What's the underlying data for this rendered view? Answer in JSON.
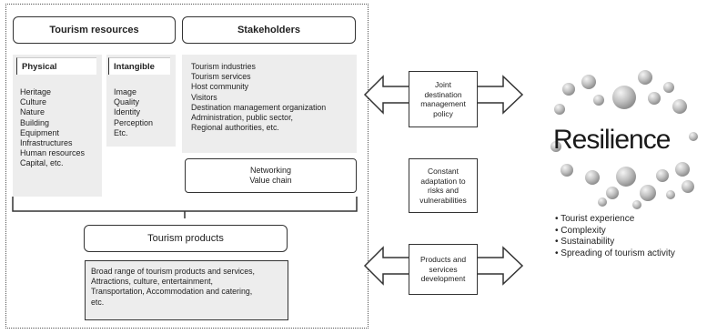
{
  "resources": {
    "title": "Tourism resources",
    "physical": {
      "label": "Physical",
      "items": [
        "Heritage",
        "Culture",
        "Nature",
        "Building",
        "Equipment",
        "Infrastructures",
        "Human resources",
        "Capital, etc."
      ]
    },
    "intangible": {
      "label": "Intangible",
      "items": [
        "Image",
        "Quality",
        "Identity",
        "Perception",
        "Etc."
      ]
    }
  },
  "stakeholders": {
    "title": "Stakeholders",
    "items": [
      "Tourism industries",
      "Tourism services",
      "Host community",
      "Visitors",
      "Destination management organization",
      "Administration, public sector,",
      "Regional authorities, etc."
    ],
    "networking": [
      "Networking",
      "Value chain"
    ]
  },
  "products": {
    "title": "Tourism products",
    "lines": [
      "Broad range of tourism products and services,",
      "Attractions, culture, entertainment,",
      "Transportation, Accommodation and catering,",
      "etc."
    ]
  },
  "middle": {
    "joint": [
      "Joint",
      "destination",
      "management",
      "policy"
    ],
    "adaptation": [
      "Constant",
      "adaptation to",
      "risks and",
      "vulnerabilities"
    ],
    "development": [
      "Products and",
      "services",
      "development"
    ]
  },
  "resilience": {
    "title": "Resilience",
    "bullets": [
      "Tourist experience",
      "Complexity",
      "Sustainability",
      "Spreading of tourism activity"
    ]
  }
}
